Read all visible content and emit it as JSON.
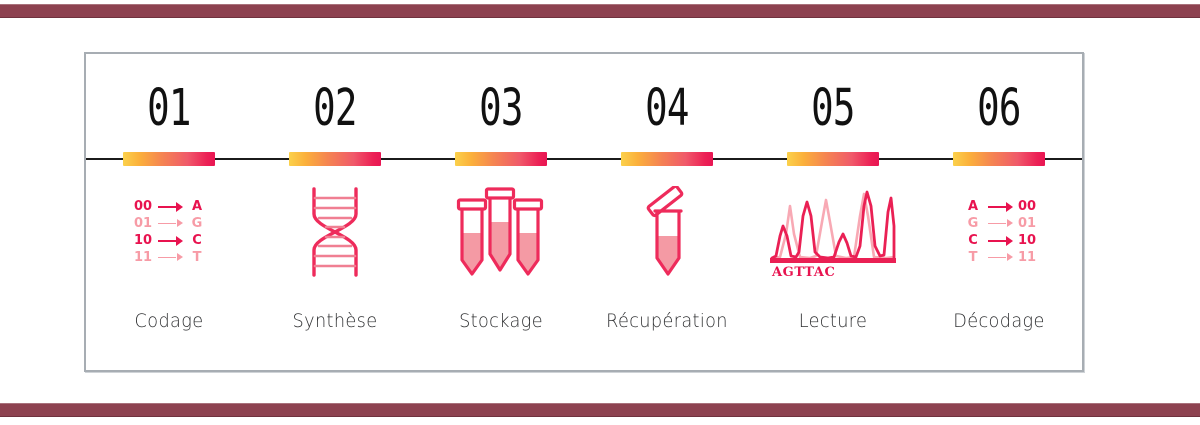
{
  "theme": {
    "rule_color": "#8d4250",
    "frame_color": "#a7adb3",
    "accent_dark": "#e8134f",
    "accent_light": "#f79ba6",
    "gradient_start": "#fbd14b",
    "gradient_end": "#e81653",
    "caption_color": "#2f3032",
    "spine_color": "#1b1b1b"
  },
  "steps": [
    {
      "number": "01",
      "caption": "Codage",
      "icon": "binary-to-base-mapping-icon",
      "mapping": [
        {
          "from": "00",
          "to": "A",
          "emphasis": "dark"
        },
        {
          "from": "01",
          "to": "G",
          "emphasis": "light"
        },
        {
          "from": "10",
          "to": "C",
          "emphasis": "dark"
        },
        {
          "from": "11",
          "to": "T",
          "emphasis": "light"
        }
      ]
    },
    {
      "number": "02",
      "caption": "Synthèse",
      "icon": "dna-helix-icon"
    },
    {
      "number": "03",
      "caption": "Stockage",
      "icon": "test-tubes-icon"
    },
    {
      "number": "04",
      "caption": "Récupération",
      "icon": "open-tube-icon"
    },
    {
      "number": "05",
      "caption": "Lecture",
      "icon": "chromatogram-icon",
      "sequence_label": "AGTTAC"
    },
    {
      "number": "06",
      "caption": "Décodage",
      "icon": "base-to-binary-mapping-icon",
      "mapping": [
        {
          "from": "A",
          "to": "00",
          "emphasis": "dark"
        },
        {
          "from": "G",
          "to": "01",
          "emphasis": "light"
        },
        {
          "from": "C",
          "to": "10",
          "emphasis": "dark"
        },
        {
          "from": "T",
          "to": "11",
          "emphasis": "light"
        }
      ]
    }
  ]
}
